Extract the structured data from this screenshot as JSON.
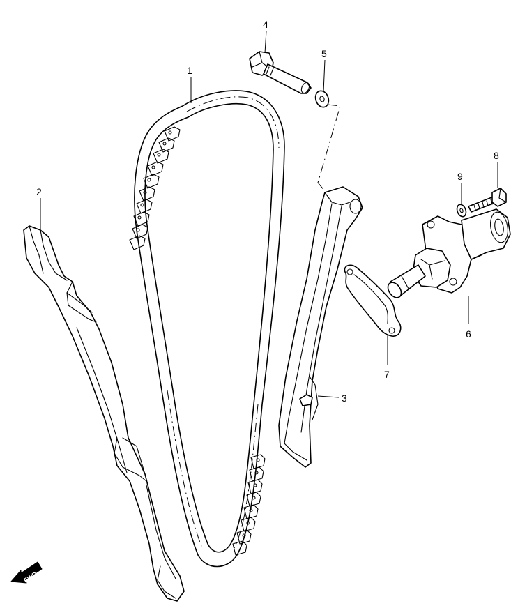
{
  "callouts": [
    {
      "id": "1",
      "label": "1"
    },
    {
      "id": "2",
      "label": "2"
    },
    {
      "id": "3",
      "label": "3"
    },
    {
      "id": "4",
      "label": "4"
    },
    {
      "id": "5",
      "label": "5"
    },
    {
      "id": "6",
      "label": "6"
    },
    {
      "id": "7",
      "label": "7"
    },
    {
      "id": "8",
      "label": "8"
    },
    {
      "id": "9",
      "label": "9"
    }
  ],
  "direction_indicator": {
    "label": "FWD",
    "icon": "arrow-left-down-icon"
  }
}
